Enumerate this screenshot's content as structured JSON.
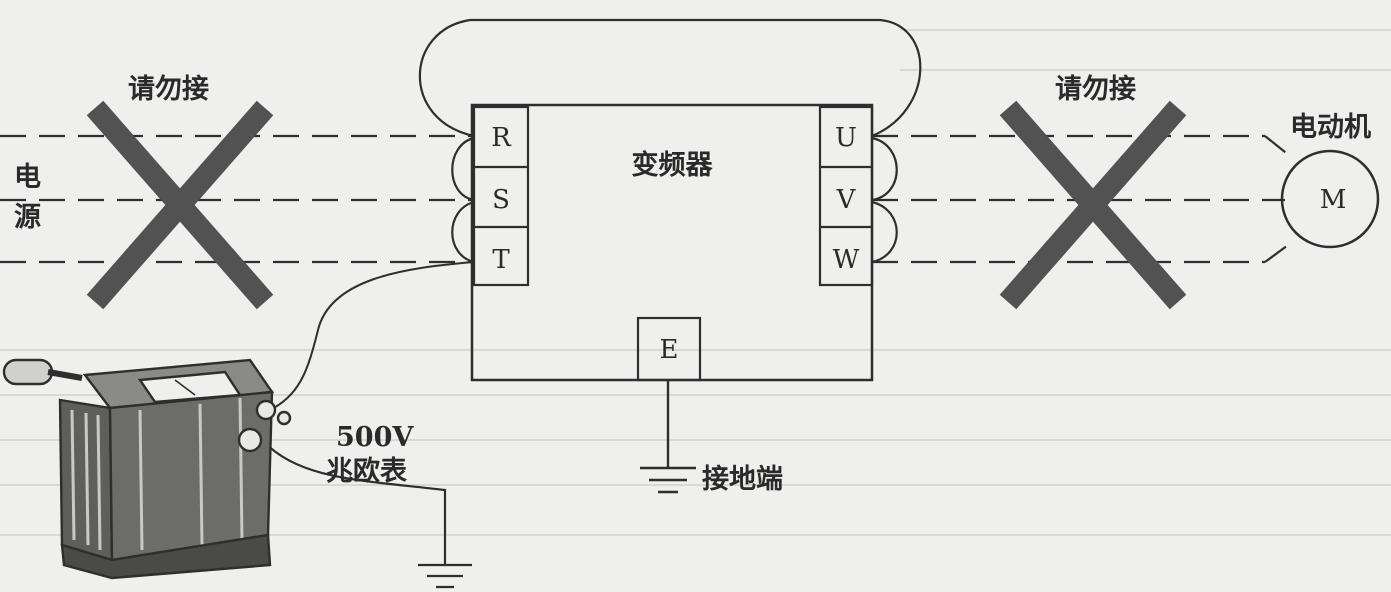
{
  "inverter": {
    "label": "变频器",
    "input_terminals": [
      "R",
      "S",
      "T"
    ],
    "output_terminals": [
      "U",
      "V",
      "W"
    ],
    "ground_terminal": "E"
  },
  "power": {
    "label_line1": "电",
    "label_line2": "源"
  },
  "motor": {
    "label": "电动机",
    "symbol": "M"
  },
  "warnings": {
    "left": "请勿接",
    "right": "请勿接"
  },
  "megger": {
    "rating": "500V",
    "label": "兆欧表"
  },
  "ground": {
    "label": "接地端"
  },
  "colors": {
    "cross": "#525252",
    "line": "#2e2e2e",
    "background": "#efefed"
  }
}
